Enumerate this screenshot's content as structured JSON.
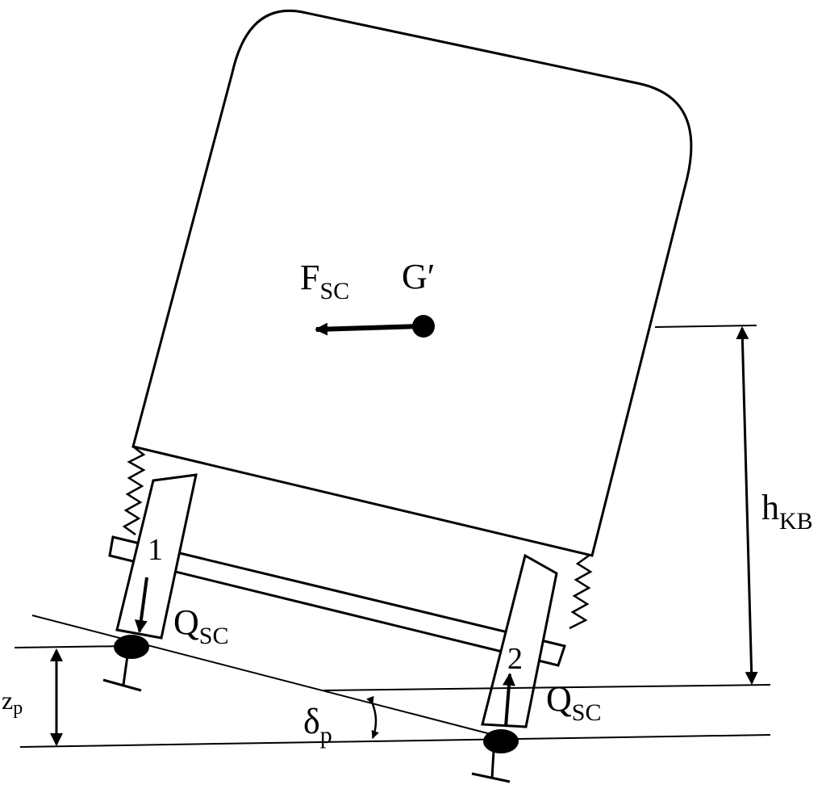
{
  "labels": {
    "force": {
      "main": "F",
      "sub": "SC"
    },
    "center": "G′",
    "height": {
      "main": "h",
      "sub": "KB"
    },
    "wheel_1": "1",
    "wheel_2": "2",
    "load_1": {
      "main": "Q",
      "sub": "SC"
    },
    "load_2": {
      "main": "Q",
      "sub": "SC"
    },
    "depth": {
      "main": "z",
      "sub": "p"
    },
    "angle": {
      "main": "δ",
      "sub": "p"
    }
  },
  "colors": {
    "stroke": "#000000",
    "background": "#ffffff"
  }
}
